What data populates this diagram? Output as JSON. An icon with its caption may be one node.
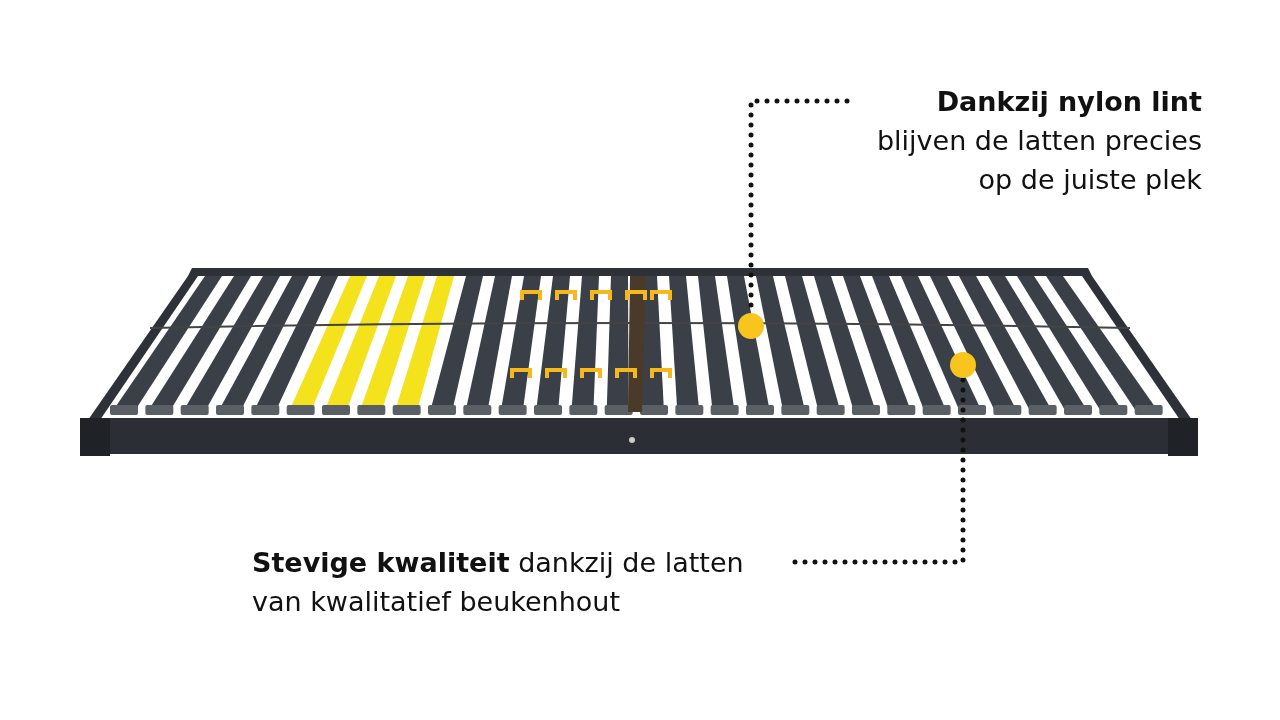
{
  "diagram": {
    "nodes": [
      {
        "text": [
          "Dankzij nylon lint",
          "blijven de latten precies op de juiste plek"
        ]
      },
      {
        "text": [],
        "shape": "circle"
      },
      {
        "text": [
          "**Stevige kwaliteit** dankzij de latten van kwalitatief beukenhout"
        ]
      },
      {
        "text": [],
        "shape": "circle"
      }
    ],
    "edges": [
      {
        "from": 0,
        "to": 1,
        "arrow": "none",
        "style": "dashed"
      },
      {
        "from": 2,
        "to": 3,
        "arrow": "none",
        "style": "dashed"
      }
    ]
  }
}
